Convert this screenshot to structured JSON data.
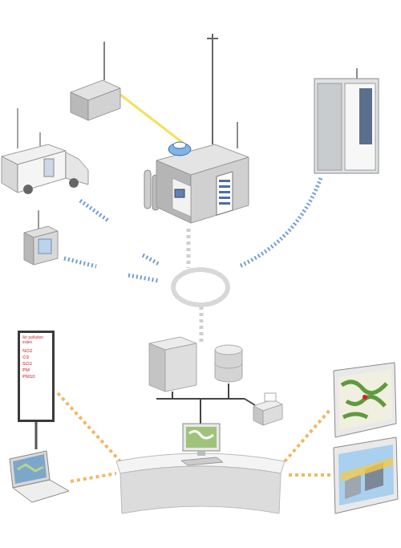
{
  "diagram": {
    "nodes": [
      {
        "text": [
          "Air pollution index",
          "NO2",
          "O3",
          "SO2",
          "PM",
          "PM10"
        ]
      }
    ]
  }
}
